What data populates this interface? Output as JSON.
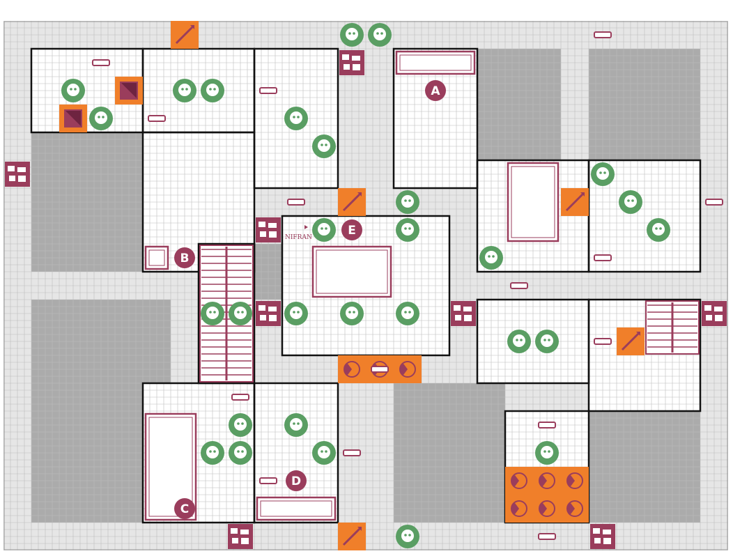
{
  "board": {
    "cols": 26,
    "rows": 19,
    "colors": {
      "corridor": "#e6e6e6",
      "room": "#ffffff",
      "solid": "#ababab",
      "wall": "#111111",
      "furniture": "#9a3d5c",
      "trap": "#f07f2a",
      "monster": "#5a9e63"
    }
  },
  "room_labels": [
    {
      "letter": "A",
      "col": 15,
      "row": 2
    },
    {
      "letter": "B",
      "col": 6,
      "row": 8
    },
    {
      "letter": "C",
      "col": 6,
      "row": 17
    },
    {
      "letter": "D",
      "col": 10,
      "row": 16
    },
    {
      "letter": "E",
      "col": 12,
      "row": 7
    }
  ],
  "hero_marker": {
    "text": "NIFRAN",
    "col": 10,
    "row": 7
  },
  "entrance_marker": "stairs-entrance",
  "monsters": [
    {
      "kind": "orc",
      "col": 12,
      "row": 0
    },
    {
      "kind": "orc",
      "col": 13,
      "row": 0
    },
    {
      "kind": "orc",
      "col": 2,
      "row": 2
    },
    {
      "kind": "zombie",
      "col": 6,
      "row": 2
    },
    {
      "kind": "abomination",
      "col": 7,
      "row": 2
    },
    {
      "kind": "goblin",
      "col": 3,
      "row": 3
    },
    {
      "kind": "goblin",
      "col": 10,
      "row": 3
    },
    {
      "kind": "skeleton",
      "col": 11,
      "row": 4
    },
    {
      "kind": "goblin",
      "col": 21,
      "row": 5
    },
    {
      "kind": "skeleton",
      "col": 14,
      "row": 6
    },
    {
      "kind": "orc",
      "col": 22,
      "row": 6
    },
    {
      "kind": "skeleton",
      "col": 11,
      "row": 7
    },
    {
      "kind": "skeleton",
      "col": 14,
      "row": 7
    },
    {
      "kind": "goblin",
      "col": 23,
      "row": 7
    },
    {
      "kind": "dread-warrior",
      "col": 17,
      "row": 8
    },
    {
      "kind": "orc",
      "col": 7,
      "row": 10
    },
    {
      "kind": "orc",
      "col": 8,
      "row": 10
    },
    {
      "kind": "orc",
      "col": 10,
      "row": 10
    },
    {
      "kind": "zombie",
      "col": 12,
      "row": 10
    },
    {
      "kind": "orc",
      "col": 14,
      "row": 10
    },
    {
      "kind": "orc",
      "col": 18,
      "row": 11
    },
    {
      "kind": "dread-warrior",
      "col": 19,
      "row": 11
    },
    {
      "kind": "zombie",
      "col": 8,
      "row": 14
    },
    {
      "kind": "abomination",
      "col": 10,
      "row": 14
    },
    {
      "kind": "skeleton",
      "col": 7,
      "row": 15
    },
    {
      "kind": "zombie",
      "col": 8,
      "row": 15
    },
    {
      "kind": "skeleton",
      "col": 11,
      "row": 15
    },
    {
      "kind": "abomination",
      "col": 19,
      "row": 15
    },
    {
      "kind": "skeleton",
      "col": 14,
      "row": 18
    }
  ],
  "traps": [
    {
      "kind": "spear-trap",
      "col": 6,
      "row": 0
    },
    {
      "kind": "pit-trap",
      "col": 4,
      "row": 2
    },
    {
      "kind": "pit-trap",
      "col": 2,
      "row": 3
    },
    {
      "kind": "spear-trap",
      "col": 12,
      "row": 6
    },
    {
      "kind": "spear-trap",
      "col": 20,
      "row": 6
    },
    {
      "kind": "spear-trap",
      "col": 22,
      "row": 11
    },
    {
      "kind": "spear-trap",
      "col": 12,
      "row": 18
    },
    {
      "kind": "axe-trap",
      "col": 12,
      "row": 12
    },
    {
      "kind": "axe-trap",
      "col": 13,
      "row": 12
    },
    {
      "kind": "axe-trap",
      "col": 14,
      "row": 12
    },
    {
      "kind": "axe-trap",
      "col": 18,
      "row": 16
    },
    {
      "kind": "axe-trap",
      "col": 19,
      "row": 16
    },
    {
      "kind": "axe-trap",
      "col": 20,
      "row": 16
    },
    {
      "kind": "axe-trap",
      "col": 18,
      "row": 17
    },
    {
      "kind": "axe-trap",
      "col": 19,
      "row": 17
    },
    {
      "kind": "axe-trap",
      "col": 20,
      "row": 17
    }
  ],
  "furniture": [
    {
      "kind": "falling-rock",
      "col": 12,
      "row": 1
    },
    {
      "kind": "falling-rock",
      "col": 0,
      "row": 5
    },
    {
      "kind": "falling-rock",
      "col": 9,
      "row": 7
    },
    {
      "kind": "falling-rock",
      "col": 9,
      "row": 10
    },
    {
      "kind": "falling-rock",
      "col": 16,
      "row": 10
    },
    {
      "kind": "falling-rock",
      "col": 25,
      "row": 10
    },
    {
      "kind": "falling-rock",
      "col": 8,
      "row": 18
    },
    {
      "kind": "falling-rock",
      "col": 21,
      "row": 18
    },
    {
      "kind": "fireplace",
      "col": 14,
      "row": 1
    },
    {
      "kind": "rack",
      "col": 18,
      "row": 5
    },
    {
      "kind": "table",
      "col": 11,
      "row": 8
    },
    {
      "kind": "stairs",
      "col": 7,
      "row": 8
    },
    {
      "kind": "stairs-wide",
      "col": 23,
      "row": 10
    },
    {
      "kind": "tomb",
      "col": 5,
      "row": 14
    },
    {
      "kind": "cupboard",
      "col": 9,
      "row": 17
    },
    {
      "kind": "chest",
      "col": 5,
      "row": 8
    }
  ],
  "doors": [
    {
      "col": 3,
      "row": 1
    },
    {
      "col": 9,
      "row": 2
    },
    {
      "col": 5,
      "row": 3
    },
    {
      "col": 10,
      "row": 6
    },
    {
      "col": 25,
      "row": 6
    },
    {
      "col": 21,
      "row": 8
    },
    {
      "col": 18,
      "row": 9
    },
    {
      "col": 21,
      "row": 11
    },
    {
      "col": 13,
      "row": 12
    },
    {
      "col": 8,
      "row": 13
    },
    {
      "col": 19,
      "row": 14
    },
    {
      "col": 12,
      "row": 15
    },
    {
      "col": 9,
      "row": 16
    },
    {
      "col": 19,
      "row": 18
    },
    {
      "col": 21,
      "row": 0
    }
  ]
}
